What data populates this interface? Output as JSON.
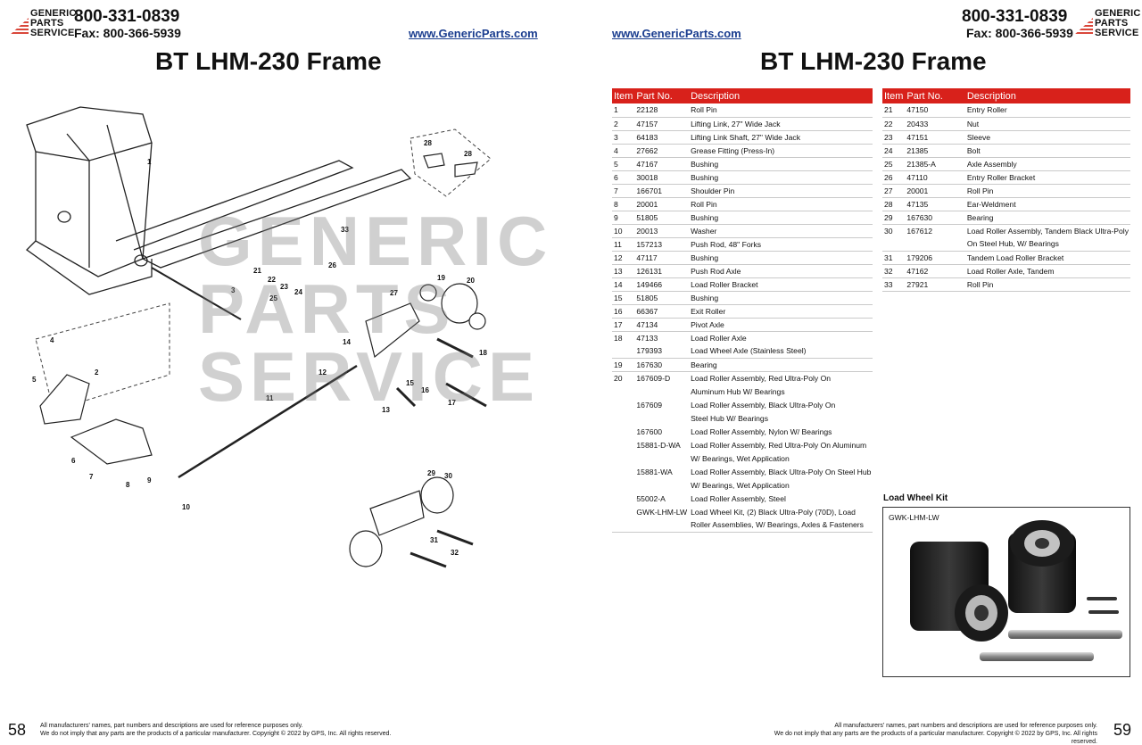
{
  "header": {
    "logo_lines": [
      "GENERIC",
      "PARTS",
      "SERVICE"
    ],
    "phone": "800-331-0839",
    "fax": "Fax: 800-366-5939",
    "website": "www.GenericParts.com"
  },
  "page_title": "BT LHM-230 Frame",
  "watermark_lines": [
    "GENERIC",
    "PARTS",
    "SERVICE"
  ],
  "diagram_callouts": [
    "1",
    "2",
    "3",
    "4",
    "5",
    "6",
    "7",
    "8",
    "9",
    "10",
    "11",
    "12",
    "13",
    "14",
    "15",
    "16",
    "17",
    "18",
    "19",
    "20",
    "21",
    "22",
    "23",
    "24",
    "25",
    "26",
    "27",
    "28",
    "29",
    "30",
    "31",
    "32",
    "33"
  ],
  "table_headers": {
    "item": "Item",
    "part": "Part No.",
    "desc": "Description"
  },
  "parts_left": [
    {
      "item": "1",
      "part": "22128",
      "desc": "Roll Pin",
      "sep": true
    },
    {
      "item": "2",
      "part": "47157",
      "desc": "Lifting Link, 27\" Wide Jack",
      "sep": true
    },
    {
      "item": "3",
      "part": "64183",
      "desc": "Lifting Link Shaft, 27\" Wide Jack",
      "sep": true
    },
    {
      "item": "4",
      "part": "27662",
      "desc": "Grease Fitting (Press-In)",
      "sep": true
    },
    {
      "item": "5",
      "part": "47167",
      "desc": "Bushing",
      "sep": true
    },
    {
      "item": "6",
      "part": "30018",
      "desc": "Bushing",
      "sep": true
    },
    {
      "item": "7",
      "part": "166701",
      "desc": "Shoulder Pin",
      "sep": true
    },
    {
      "item": "8",
      "part": "20001",
      "desc": "Roll Pin",
      "sep": true
    },
    {
      "item": "9",
      "part": "51805",
      "desc": "Bushing",
      "sep": true
    },
    {
      "item": "10",
      "part": "20013",
      "desc": "Washer",
      "sep": true
    },
    {
      "item": "11",
      "part": "157213",
      "desc": "Push Rod, 48\" Forks",
      "sep": true
    },
    {
      "item": "12",
      "part": "47117",
      "desc": "Bushing",
      "sep": true
    },
    {
      "item": "13",
      "part": "126131",
      "desc": "Push Rod Axle",
      "sep": true
    },
    {
      "item": "14",
      "part": "149466",
      "desc": "Load Roller Bracket",
      "sep": true
    },
    {
      "item": "15",
      "part": "51805",
      "desc": "Bushing",
      "sep": true
    },
    {
      "item": "16",
      "part": "66367",
      "desc": "Exit Roller",
      "sep": true
    },
    {
      "item": "17",
      "part": "47134",
      "desc": "Pivot Axle",
      "sep": true
    },
    {
      "item": "18",
      "part": "47133",
      "desc": "Load Roller Axle",
      "sep": false
    },
    {
      "item": "",
      "part": "179393",
      "desc": "Load Wheel Axle (Stainless Steel)",
      "sep": true
    },
    {
      "item": "19",
      "part": "167630",
      "desc": "Bearing",
      "sep": true
    },
    {
      "item": "20",
      "part": "167609-D",
      "desc": "Load Roller Assembly, Red Ultra-Poly On",
      "sep": false
    },
    {
      "item": "",
      "part": "",
      "desc": "Aluminum Hub W/ Bearings",
      "sep": false
    },
    {
      "item": "",
      "part": "167609",
      "desc": "Load Roller Assembly, Black Ultra-Poly On",
      "sep": false
    },
    {
      "item": "",
      "part": "",
      "desc": "Steel Hub W/ Bearings",
      "sep": false
    },
    {
      "item": "",
      "part": "167600",
      "desc": "Load Roller Assembly, Nylon W/ Bearings",
      "sep": false
    },
    {
      "item": "",
      "part": "15881-D-WA",
      "desc": "Load Roller Assembly, Red Ultra-Poly On Aluminum",
      "sep": false
    },
    {
      "item": "",
      "part": "",
      "desc": "W/ Bearings, Wet Application",
      "sep": false
    },
    {
      "item": "",
      "part": "15881-WA",
      "desc": "Load Roller Assembly, Black Ultra-Poly On Steel Hub",
      "sep": false
    },
    {
      "item": "",
      "part": "",
      "desc": "W/ Bearings, Wet Application",
      "sep": false
    },
    {
      "item": "",
      "part": "55002-A",
      "desc": "Load Roller Assembly, Steel",
      "sep": false
    },
    {
      "item": "",
      "part": "GWK-LHM-LW",
      "desc": "Load Wheel Kit, (2) Black Ultra-Poly (70D), Load",
      "sep": false
    },
    {
      "item": "",
      "part": "",
      "desc": "Roller Assemblies, W/ Bearings, Axles & Fasteners",
      "sep": true
    }
  ],
  "parts_right": [
    {
      "item": "21",
      "part": "47150",
      "desc": "Entry Roller",
      "sep": true
    },
    {
      "item": "22",
      "part": "20433",
      "desc": "Nut",
      "sep": true
    },
    {
      "item": "23",
      "part": "47151",
      "desc": "Sleeve",
      "sep": true
    },
    {
      "item": "24",
      "part": "21385",
      "desc": "Bolt",
      "sep": true
    },
    {
      "item": "25",
      "part": "21385-A",
      "desc": "Axle Assembly",
      "sep": true
    },
    {
      "item": "26",
      "part": "47110",
      "desc": "Entry Roller Bracket",
      "sep": true
    },
    {
      "item": "27",
      "part": "20001",
      "desc": "Roll Pin",
      "sep": true
    },
    {
      "item": "28",
      "part": "47135",
      "desc": "Ear-Weldment",
      "sep": true
    },
    {
      "item": "29",
      "part": "167630",
      "desc": "Bearing",
      "sep": true
    },
    {
      "item": "30",
      "part": "167612",
      "desc": "Load Roller Assembly, Tandem Black Ultra-Poly",
      "sep": false
    },
    {
      "item": "",
      "part": "",
      "desc": "On Steel Hub, W/ Bearings",
      "sep": true
    },
    {
      "item": "31",
      "part": "179206",
      "desc": "Tandem Load Roller Bracket",
      "sep": true
    },
    {
      "item": "32",
      "part": "47162",
      "desc": "Load Roller Axle, Tandem",
      "sep": true
    },
    {
      "item": "33",
      "part": "27921",
      "desc": "Roll Pin",
      "sep": true
    }
  ],
  "kit": {
    "title": "Load Wheel Kit",
    "part": "GWK-LHM-LW"
  },
  "footer": {
    "page_left": "58",
    "page_right": "59",
    "disclaimer_1": "All manufacturers' names, part numbers and descriptions are used for reference purposes only.",
    "disclaimer_2": "We do not imply that any parts are the products of a particular manufacturer. Copyright © 2022 by GPS, Inc. All rights reserved."
  },
  "colors": {
    "accent_red": "#d8211b",
    "link_blue": "#1a3d8f"
  }
}
